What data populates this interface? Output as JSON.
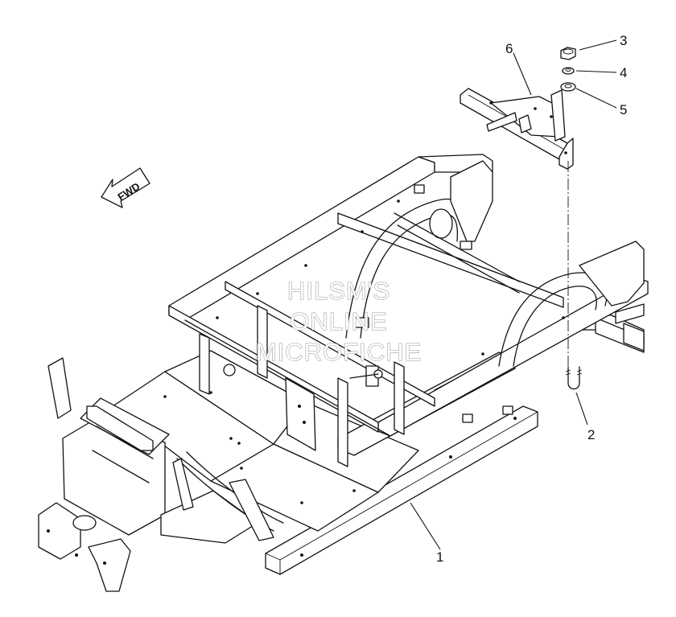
{
  "diagram": {
    "direction_label": "FWD",
    "callouts": [
      {
        "id": "1",
        "label": "1"
      },
      {
        "id": "2",
        "label": "2"
      },
      {
        "id": "3",
        "label": "3"
      },
      {
        "id": "4",
        "label": "4"
      },
      {
        "id": "5",
        "label": "5"
      },
      {
        "id": "6",
        "label": "6"
      }
    ]
  },
  "watermark": {
    "line1": "HILSM'S",
    "line2": "ONLINE",
    "line3": "MICROFICHE"
  }
}
